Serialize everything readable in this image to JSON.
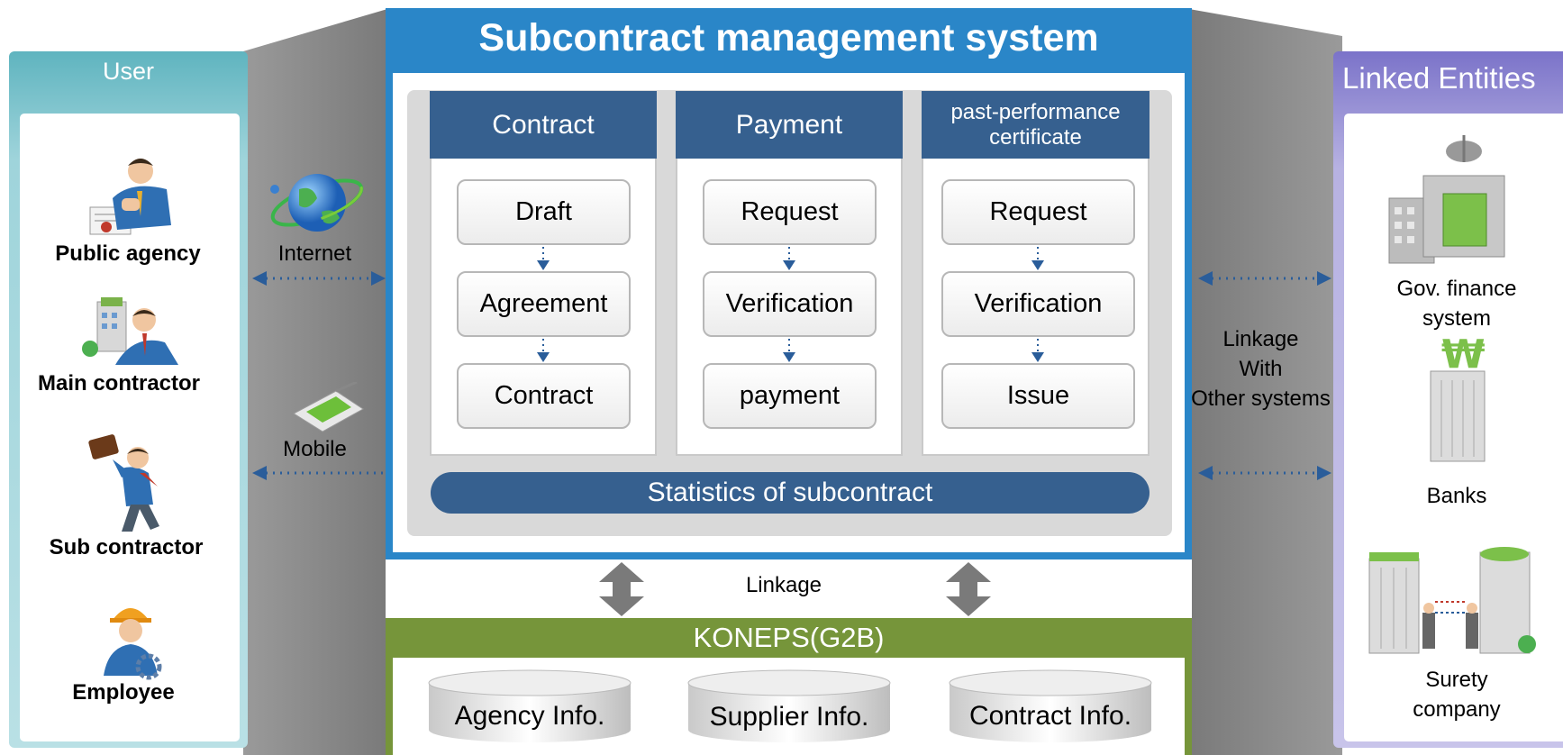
{
  "user": {
    "title": "User",
    "items": [
      "Public agency",
      "Main contractor",
      "Sub contractor",
      "Employee"
    ]
  },
  "channels": {
    "internet": "Internet",
    "mobile": "Mobile"
  },
  "system": {
    "title": "Subcontract management system",
    "columns": [
      {
        "header": "Contract",
        "steps": [
          "Draft",
          "Agreement",
          "Contract"
        ]
      },
      {
        "header": "Payment",
        "steps": [
          "Request",
          "Verification",
          "payment"
        ]
      },
      {
        "header_line1": "past-performance",
        "header_line2": "certificate",
        "steps": [
          "Request",
          "Verification",
          "Issue"
        ]
      }
    ],
    "statistics": "Statistics of subcontract"
  },
  "linkage": "Linkage",
  "koneps": {
    "title": "KONEPS(G2B)",
    "databases": [
      "Agency Info.",
      "Supplier Info.",
      "Contract Info."
    ]
  },
  "linked": {
    "title": "Linked Entities",
    "linkage_line1": "Linkage",
    "linkage_line2": "With",
    "linkage_line3": "Other systems",
    "gov_line1": "Gov. finance",
    "gov_line2": "system",
    "banks": "Banks",
    "surety_line1": "Surety",
    "surety_line2": "company"
  },
  "colors": {
    "system_blue": "#2a86c8",
    "header_navy": "#36608f",
    "koneps_green": "#76953a",
    "user_teal": "#5fb4bf",
    "linked_purple": "#7b73c9",
    "funnel_gray": "#8a8a8a"
  }
}
